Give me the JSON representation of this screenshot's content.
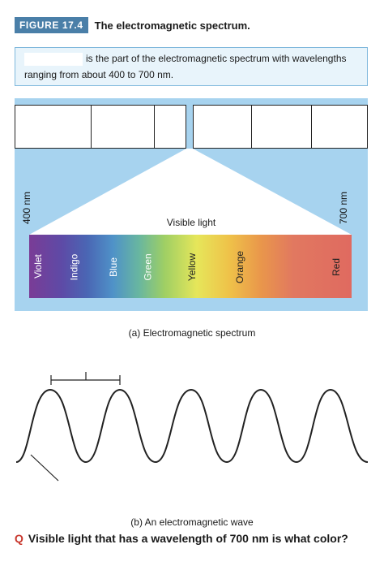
{
  "figure": {
    "number": "FIGURE 17.4",
    "title": "The electromagnetic spectrum."
  },
  "definition": {
    "line1": "is the part of the electromagnetic spectrum with wavelengths",
    "line2": "ranging from about 400 to 700 nm."
  },
  "spectrum": {
    "visible_label": "Visible light",
    "left_wavelength": "400 nm",
    "right_wavelength": "700 nm",
    "colors": [
      {
        "label": "Violet"
      },
      {
        "label": "Indigo"
      },
      {
        "label": "Blue"
      },
      {
        "label": "Green"
      },
      {
        "label": "Yellow"
      },
      {
        "label": "Orange"
      },
      {
        "label": "Red"
      }
    ],
    "caption": "(a) Electromagnetic spectrum"
  },
  "wave": {
    "caption": "(b) An electromagnetic wave"
  },
  "question": {
    "marker": "Q",
    "text": "Visible light that has a wavelength of 700 nm is what color?"
  },
  "colors_used": {
    "badge": "#4a7fa8",
    "panel": "#a7d3ef",
    "definition_bg": "#e8f4fb",
    "question_marker": "#c8372d"
  }
}
